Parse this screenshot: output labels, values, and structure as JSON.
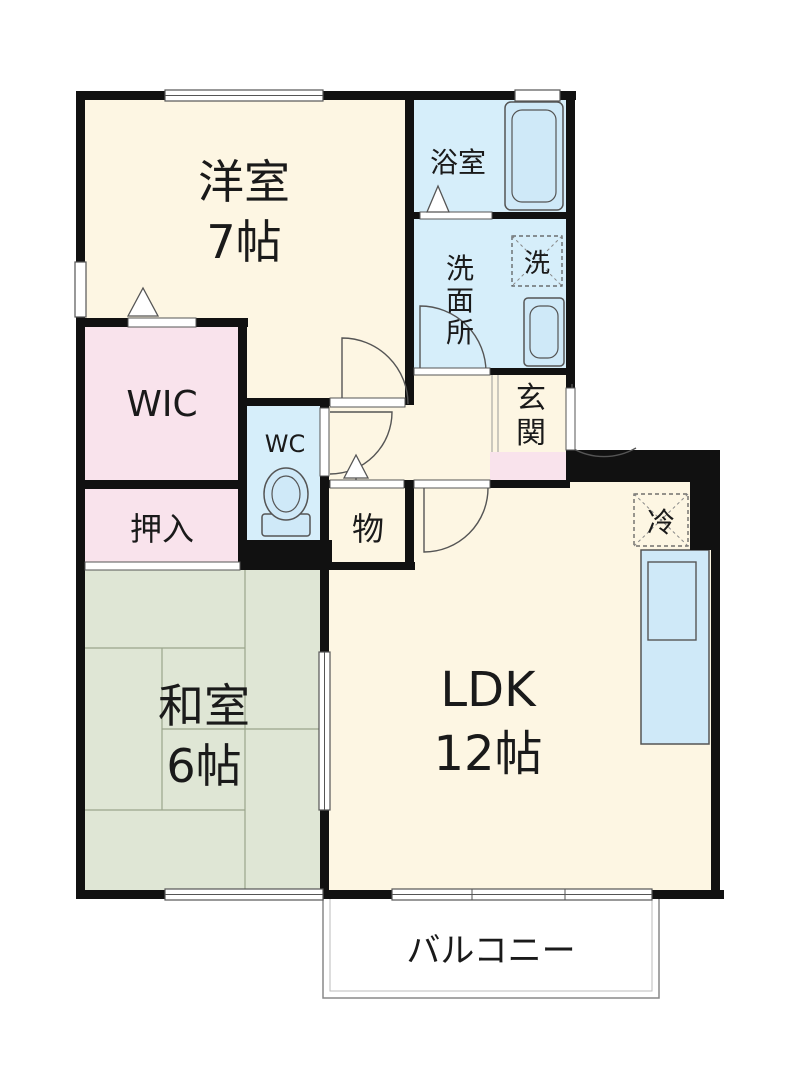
{
  "rooms": {
    "western_room": {
      "name": "洋室",
      "size": "7帖"
    },
    "bath": "浴室",
    "washroom": {
      "chars": [
        "洗",
        "面",
        "所"
      ]
    },
    "washer": "洗",
    "wic": "WIC",
    "wc": "WC",
    "entrance": {
      "chars": [
        "玄",
        "関"
      ]
    },
    "oshiire": "押入",
    "storage": "物",
    "fridge": "冷",
    "japanese_room": {
      "name": "和室",
      "size": "6帖"
    },
    "ldk": {
      "name": "LDK",
      "size": "12帖"
    },
    "balcony": "バルコニー"
  },
  "colors": {
    "western_floor": "#fdf6e3",
    "wet_area": "#d6eefa",
    "closet": "#f9e3ec",
    "tatami": "#dfe6d5",
    "wall": "#111111"
  }
}
